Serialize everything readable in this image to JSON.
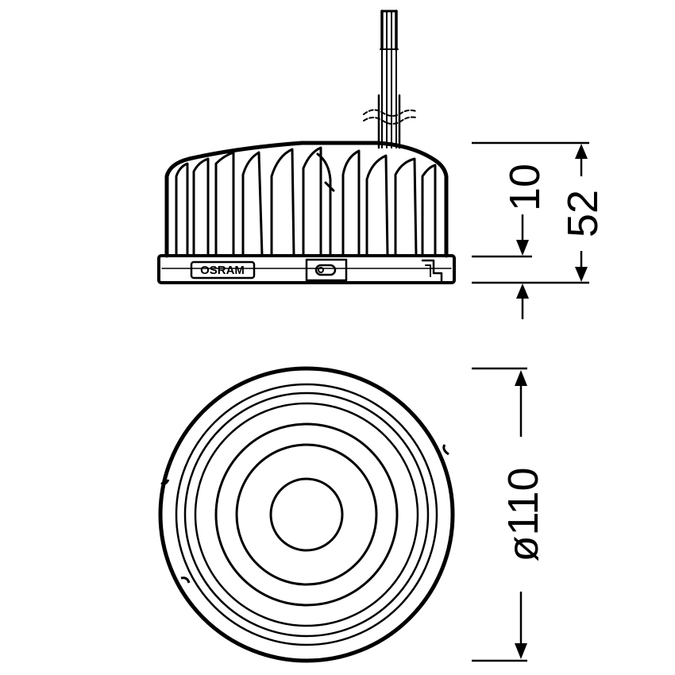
{
  "brand": "OSRAM",
  "dimensions": {
    "top_section": "10",
    "total_height": "52",
    "diameter": "ø110"
  },
  "colors": {
    "line": "#000000",
    "background": "#ffffff"
  }
}
